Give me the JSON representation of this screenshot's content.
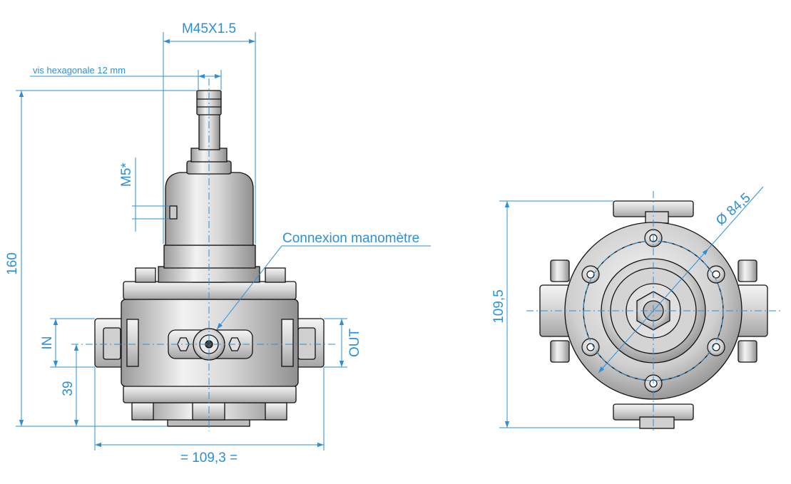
{
  "colors": {
    "dimension": "#2e8fd6",
    "outline": "#111111",
    "shade_light": "#e6e6e6",
    "shade_mid": "#c9c9c9",
    "shade_dark": "#9a9a9a"
  },
  "front_view": {
    "thread_label": "M45X1.5",
    "hex_screw_label": "vis hexagonale 12 mm",
    "m5_label": "M5*",
    "gauge_label": "Connexion manomètre",
    "height_label": "160",
    "in_label": "IN",
    "out_label": "OUT",
    "port_height_label": "39",
    "width_label": "= 109,3 ="
  },
  "side_view": {
    "diameter_label": "Ø 84,5",
    "height_label": "109,5"
  }
}
